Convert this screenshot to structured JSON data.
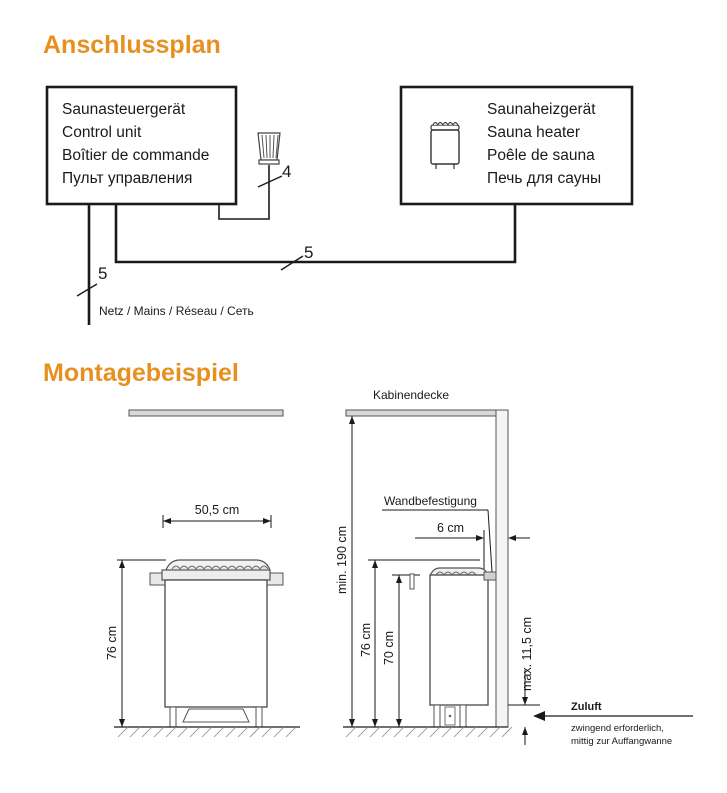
{
  "headings": {
    "wiring_plan": "Anschlussplan",
    "mounting_example": "Montagebeispiel"
  },
  "wiring": {
    "control_unit_lines": [
      "Saunasteuergerät",
      "Control unit",
      "Boîtier de commande",
      "Пульт управления"
    ],
    "heater_lines": [
      "Saunaheizgerät",
      "Sauna heater",
      "Poêle de sauna",
      "Печь для сауны"
    ],
    "sensor_cable": "4",
    "heater_cable": "5",
    "mains_cable": "5",
    "mains_label": "Netz / Mains / Réseau / Сеть",
    "icons": [
      "temperature-sensor-icon",
      "sauna-heater-icon"
    ]
  },
  "mounting": {
    "front_width": "50,5 cm",
    "front_height": "76 cm",
    "ceiling_label": "Kabinendecke",
    "min_ceiling_height": "min. 190 cm",
    "wall_mount_label": "Wandbefestigung",
    "wall_distance": "6 cm",
    "side_height_total": "76 cm",
    "side_height_body": "70 cm",
    "max_air_inlet": "max. 11,5 cm",
    "air_inlet_title": "Zuluft",
    "air_inlet_note_1": "zwingend erforderlich,",
    "air_inlet_note_2": "mittig zur Auffangwanne"
  }
}
